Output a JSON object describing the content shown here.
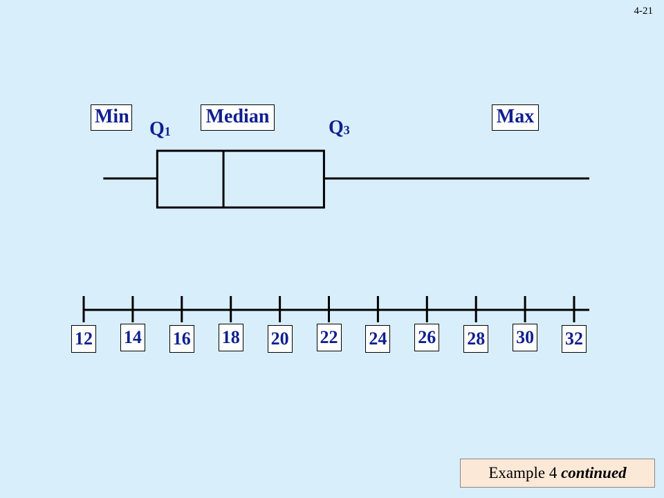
{
  "page_number": "4-21",
  "labels": {
    "min": "Min",
    "q1": "Q",
    "q1_sub": "1",
    "median": "Median",
    "q3": "Q",
    "q3_sub": "3",
    "max": "Max"
  },
  "box_plot": {
    "min": 12.8,
    "q1": 15,
    "median": 17.7,
    "q3": 21.8,
    "max": 32
  },
  "axis": {
    "min": 12,
    "max": 32,
    "ticks": [
      12,
      14,
      16,
      18,
      20,
      22,
      24,
      26,
      28,
      30,
      32
    ],
    "tick_labels": [
      "12",
      "14",
      "16",
      "18",
      "20",
      "22",
      "24",
      "26",
      "28",
      "30",
      "32"
    ]
  },
  "footer": {
    "prefix": "Example 4 ",
    "emphasis": "continued"
  },
  "colors": {
    "background": "#d8eefa",
    "label_text": "#102090",
    "footer_background": "#fbe8d6"
  }
}
